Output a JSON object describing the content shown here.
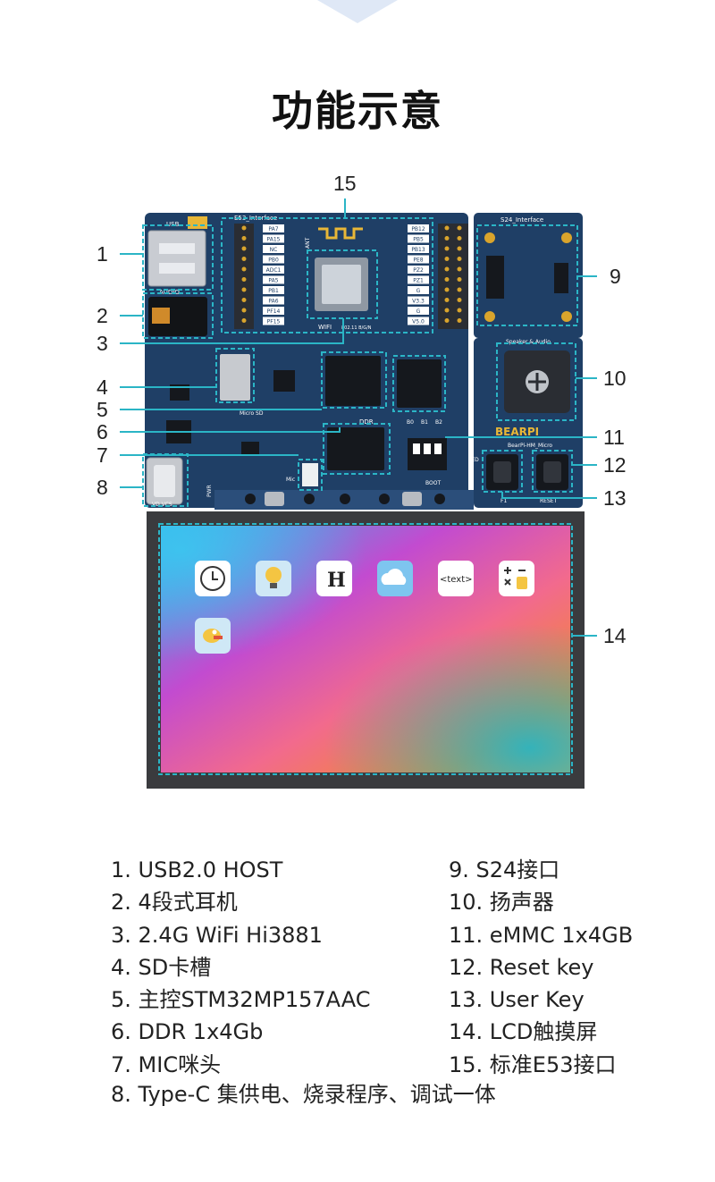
{
  "title": "功能示意",
  "board": {
    "silk": {
      "usb": "USB",
      "audio": "AUDIO",
      "e53": "E53_Interface",
      "s24": "S24_Interface",
      "ant": "ANT",
      "wifi": "WIFI",
      "wifi_sub": "802.11 B/G/N",
      "microsd": "Micro SD",
      "ddr": "DDR",
      "speaker": "Speaker & Audio",
      "brand": "BEARPI",
      "model": "BearPi-HM_Micro",
      "boot": "BOOT",
      "boot_pins": [
        "B0",
        "B1",
        "B2"
      ],
      "led": "LED",
      "reset": "RESET",
      "f1": "F1",
      "mic": "Mic",
      "pwr": "PWR",
      "vcc": "VD VCS"
    },
    "e53_left_pins": [
      "PA7",
      "PA15",
      "NC",
      "PB0",
      "ADC1",
      "PA5",
      "PB1",
      "PA6",
      "PF14",
      "PF15"
    ],
    "e53_right_pins": [
      "PB12",
      "PB5",
      "PB13",
      "PE8",
      "PZ2",
      "PZ1",
      "G",
      "V3.3",
      "G",
      "V5.0"
    ]
  },
  "screen": {
    "apps": [
      {
        "icon": "clock-icon"
      },
      {
        "icon": "lightbulb-icon"
      },
      {
        "icon": "letter-h-icon",
        "label": "H"
      },
      {
        "icon": "cloud-icon"
      },
      {
        "icon": "text-icon",
        "label": "<text>"
      },
      {
        "icon": "calculator-icon"
      },
      {
        "icon": "flappy-bird-icon"
      }
    ]
  },
  "callouts": [
    "1",
    "2",
    "3",
    "4",
    "5",
    "6",
    "7",
    "8",
    "9",
    "10",
    "11",
    "12",
    "13",
    "14",
    "15"
  ],
  "legend": {
    "left": [
      "1. USB2.0 HOST",
      "2. 4段式耳机",
      "3. 2.4G WiFi Hi3881",
      "4. SD卡槽",
      "5. 主控STM32MP157AAC",
      "6. DDR 1x4Gb",
      "7. MIC咪头"
    ],
    "right": [
      "9. S24接口",
      "10. 扬声器",
      "11. eMMC 1x4GB",
      "12. Reset key",
      "13. User Key",
      "14. LCD触摸屏",
      "15. 标准E53接口"
    ],
    "wide": "8. Type-C 集供电、烧录程序、调试一体"
  },
  "colors": {
    "pcb": "#1f3f66",
    "callout_line": "#2bb5c6",
    "title": "#111111"
  }
}
